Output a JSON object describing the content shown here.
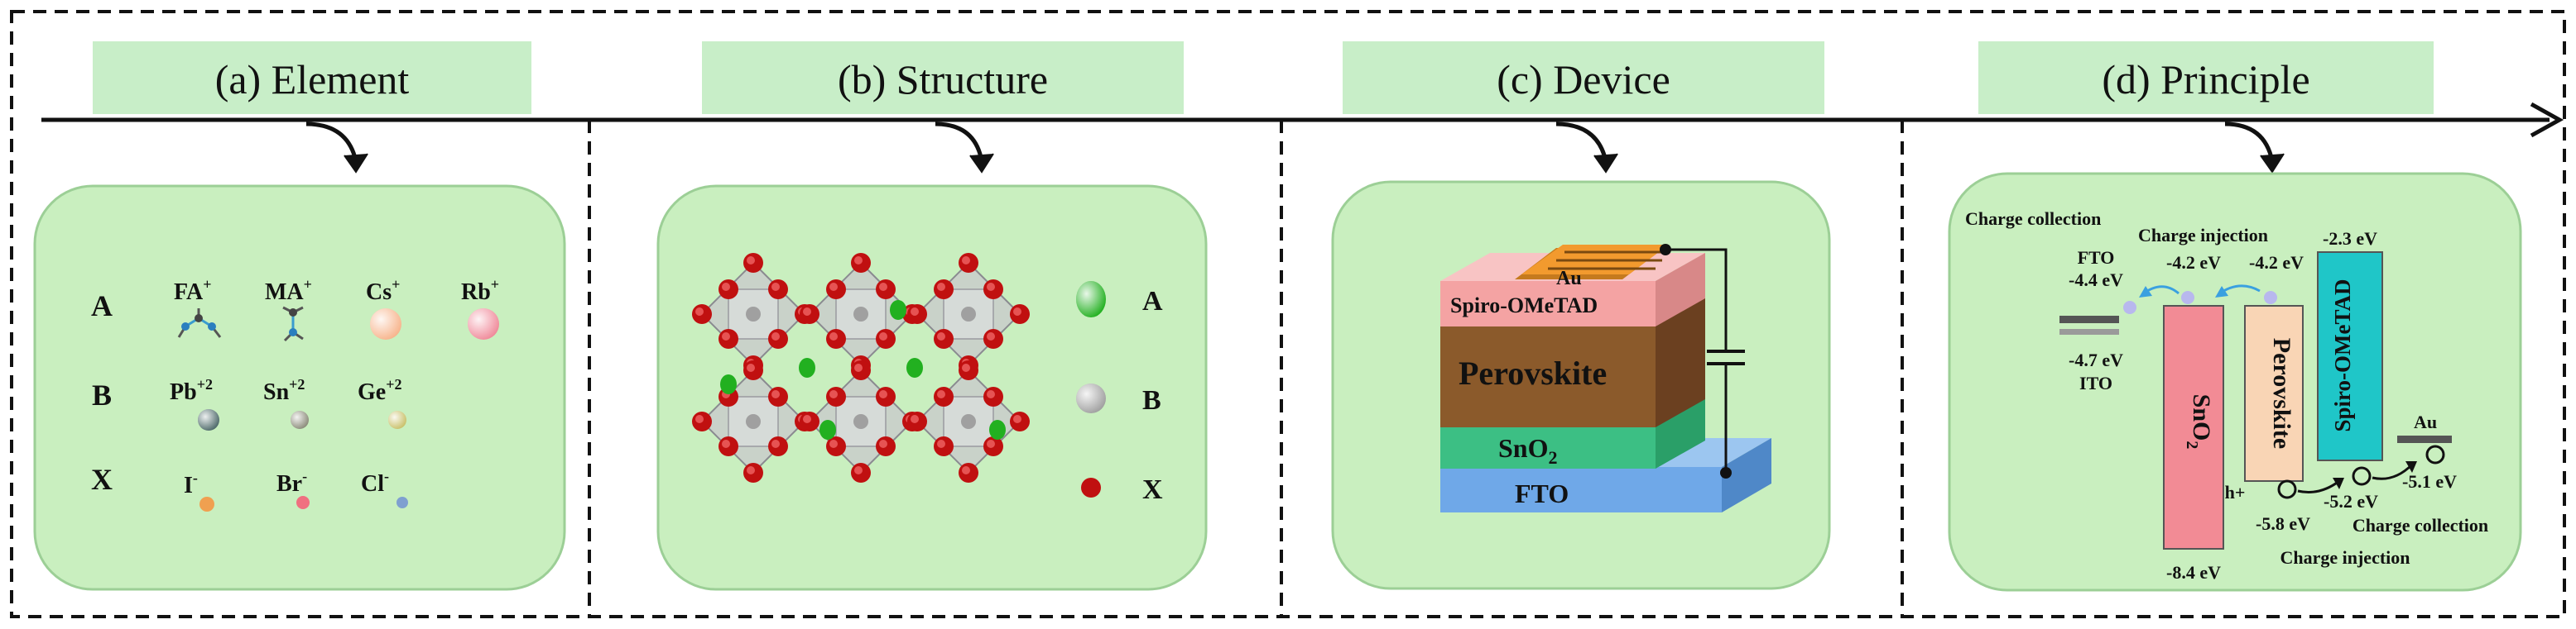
{
  "panels": [
    {
      "title": "(a) Element"
    },
    {
      "title": "(b) Structure"
    },
    {
      "title": "(c) Device"
    },
    {
      "title": "(d) Principle"
    }
  ],
  "element": {
    "rows": [
      {
        "label": "A",
        "items": [
          {
            "ion": "FA",
            "charge": "+"
          },
          {
            "ion": "MA",
            "charge": "+"
          },
          {
            "ion": "Cs",
            "charge": "+"
          },
          {
            "ion": "Rb",
            "charge": "+"
          }
        ]
      },
      {
        "label": "B",
        "items": [
          {
            "ion": "Pb",
            "charge": "+2"
          },
          {
            "ion": "Sn",
            "charge": "+2"
          },
          {
            "ion": "Ge",
            "charge": "+2"
          }
        ]
      },
      {
        "label": "X",
        "items": [
          {
            "ion": "I",
            "charge": "-"
          },
          {
            "ion": "Br",
            "charge": "-"
          },
          {
            "ion": "Cl",
            "charge": "-"
          }
        ]
      }
    ],
    "colors": {
      "cs": "#f7b48c",
      "rb": "#f08a9a",
      "pb": "#4e6a6a",
      "sn": "#8b8b7a",
      "ge": "#c9c06a",
      "i": "#f0a050",
      "br": "#f07080",
      "cl": "#7fa0d0"
    }
  },
  "structure": {
    "legend": [
      {
        "label": "A",
        "color": "#22b020"
      },
      {
        "label": "B",
        "color": "#a0a0a0"
      },
      {
        "label": "X",
        "color": "#c01010"
      }
    ]
  },
  "device": {
    "layers": [
      {
        "label": "Au",
        "color": "#f29a2e"
      },
      {
        "label": "Spiro-OMeTAD",
        "color": "#f4a3a3"
      },
      {
        "label": "Perovskite",
        "color": "#8b5a2b"
      },
      {
        "label": "SnO",
        "sub": "2",
        "color": "#3cbf84"
      },
      {
        "label": "FTO",
        "color": "#6fa8e8"
      }
    ]
  },
  "principle": {
    "labels": {
      "charge_collection_top": "Charge collection",
      "charge_injection_top": "Charge injection",
      "charge_collection_bottom": "Charge collection",
      "charge_injection_bottom": "Charge injection",
      "fto": "FTO",
      "ito": "ITO",
      "au": "Au",
      "h_plus": "h+"
    },
    "energies": {
      "fto": "-4.4 eV",
      "ito": "-4.7 eV",
      "sno2_cb": "-4.2 eV",
      "pero_cb": "-4.2 eV",
      "spiro_lumo": "-2.3 eV",
      "sno2_vb": "-8.4 eV",
      "pero_vb": "-5.8 eV",
      "spiro_homo": "-5.2 eV",
      "au": "-5.1 eV"
    },
    "bands": [
      {
        "label": "SnO",
        "sub": "2",
        "color": "#f28b95"
      },
      {
        "label": "Perovskite",
        "color": "#f9d5b5"
      },
      {
        "label": "Spiro-OMeTAD",
        "color": "#1fc6c8"
      }
    ]
  }
}
